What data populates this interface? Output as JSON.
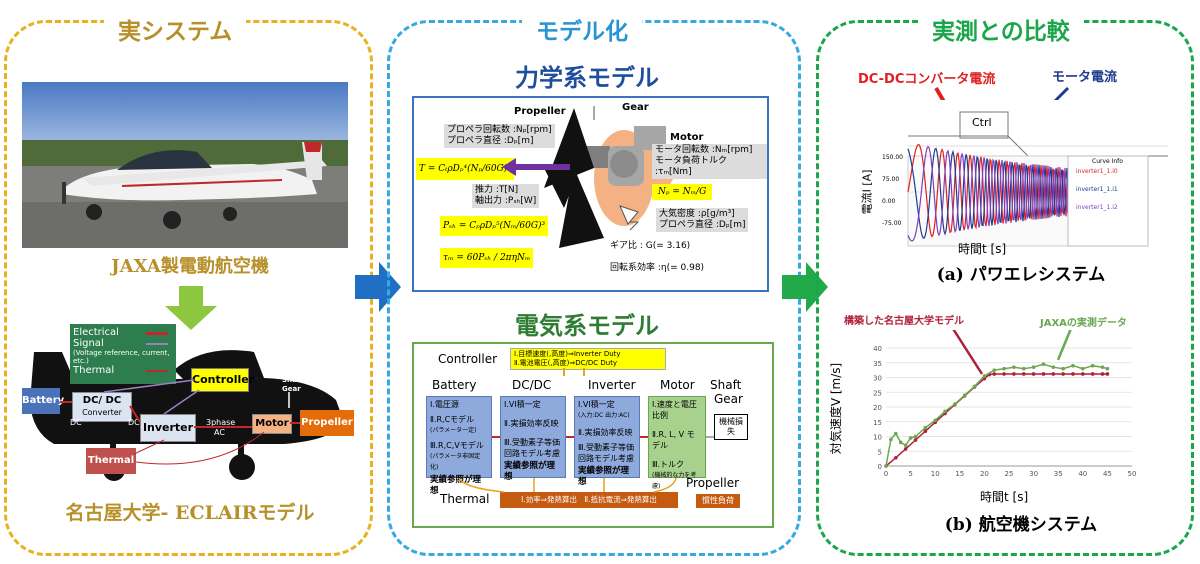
{
  "panels": {
    "left": {
      "title": "実システム",
      "color": "#e8b21e"
    },
    "center": {
      "title": "モデル化",
      "color": "#38a8e0"
    },
    "right": {
      "title": "実測との比較",
      "color": "#1aa64a"
    }
  },
  "left": {
    "aircraft_caption": "JAXA製電動航空機",
    "model_caption": "名古屋大学- ECLAIRモデル",
    "legend": {
      "electrical": "Electrical",
      "signal": "Signal",
      "signal_note": "(Voltage reference, current, etc.)",
      "thermal": "Thermal"
    },
    "blocks": {
      "battery": "Battery",
      "dcdc": "DC/ DC",
      "converter": "Converter",
      "controller": "Controller",
      "inverter": "Inverter",
      "motor": "Motor",
      "propeller": "Propeller",
      "thermal": "Thermal",
      "shaft": "Shaft,",
      "gear": "Gear",
      "dc1": "DC",
      "dc2": "DC",
      "phase": "3phase",
      "ac": "AC"
    }
  },
  "mech": {
    "title": "力学系モデル",
    "propeller": "Propeller",
    "gear": "Gear",
    "motor": "Motor",
    "prop_speed": "プロペラ回転数 :Nₚ[rpm]",
    "prop_dia": "プロペラ直径 :Dₚ[m]",
    "motor_speed": "モータ回転数 :Nₘ[rpm]",
    "motor_torque": "モータ負荷トルク :τₘ[Nm]",
    "thrust_formula": "T = CₜρDₚ⁴(Nₚ/60G)²",
    "thrust": "推力 :T[N]",
    "power_out": "軸出力 :Pₛₕ[W]",
    "psh_formula": "Pₛₕ = CₚρDₚ⁵(Nₘ/60G)³",
    "tau_formula": "τₘ = 60Pₛₕ / 2πηNₘ",
    "np_formula": "Nₚ = Nₘ/G",
    "air_density": "大気密度 :ρ[g/m³]",
    "prop_dia2": "プロペラ直径 :Dₚ[m]",
    "gear_ratio": "ギア比 : G(= 3.16)",
    "efficiency": "回転系効率 :η(= 0.98)"
  },
  "elec": {
    "title": "電気系モデル",
    "controller": "Controller",
    "ctrl_line1": "Ⅰ.目標速度(,高度)⇒Inverter Duty",
    "ctrl_line2": "Ⅱ.電池電圧(,高度)⇒DC/DC Duty",
    "cols": [
      "Battery",
      "DC/DC",
      "Inverter",
      "Motor",
      "Shaft"
    ],
    "gear": "Gear",
    "loss": "機械損失",
    "propeller": "Propeller",
    "prop_load": "慣性負荷",
    "thermal": "Thermal",
    "battery_block": {
      "l1": "Ⅰ.電圧源",
      "l2": "Ⅱ.R,Cモデル",
      "l2n": "(パラメータ一定)",
      "l3": "Ⅲ.R,C,Vモデル",
      "l3n": "(パラメータ非固定化)",
      "bold": "実績参照が理想"
    },
    "dcdc_block": {
      "l1": "Ⅰ.VI積一定",
      "l2": "Ⅱ.実損効率反映",
      "l3": "Ⅲ.受動素子等価回路モデル考慮",
      "bold": "実績参照が理想"
    },
    "inverter_block": {
      "l1": "Ⅰ.VI積一定",
      "l1n": "(入力:DC 出力:AC)",
      "l2": "Ⅱ.実損効率反映",
      "l3": "Ⅲ.受動素子等価回路モデル考慮",
      "bold": "実績参照が理想"
    },
    "motor_block": {
      "l1": "Ⅰ.速度と電圧比例",
      "l2": "Ⅱ.R, L, V モデル",
      "l3": "Ⅲ.トルク",
      "l3n": "(機械的な力を考慮)"
    },
    "thermal_bar": "Ⅰ.効率⇒発熱算出　Ⅱ.抵抗電流⇒発熱算出"
  },
  "right": {
    "top": {
      "dcdc_label": "DC-DCコンバータ電流",
      "motor_label": "モータ電流",
      "ctrl": "Ctrl",
      "ylabel": "電流I [A]",
      "xlabel": "時間t [s]",
      "legend_title": "Curve Info",
      "legend_items": [
        "inverter1_1.i0",
        "inverter1_1.i1",
        "inverter1_1.i2"
      ],
      "yticks": [
        "150.00",
        "75.00",
        "0.00",
        "-75.00"
      ],
      "caption": "(a) パワエレシステム"
    },
    "bottom": {
      "series_nagoya": "構築した名古屋大学モデル",
      "series_jaxa": "JAXAの実測データ",
      "ylabel": "対気速度V [m/s]",
      "xlabel": "時間t [s]",
      "caption": "(b) 航空機システム"
    }
  },
  "chart_data": {
    "type": "line",
    "xlabel": "時間t [s]",
    "ylabel": "対気速度V [m/s]",
    "xlim": [
      0,
      50
    ],
    "ylim": [
      0,
      40
    ],
    "xticks": [
      0,
      5,
      10,
      15,
      20,
      25,
      30,
      35,
      40,
      45,
      50
    ],
    "yticks": [
      0,
      5,
      10,
      15,
      20,
      25,
      30,
      35,
      40
    ],
    "grid": true,
    "series": [
      {
        "name": "構築した名古屋大学モデル",
        "color": "#b0203a",
        "x": [
          0,
          2,
          4,
          6,
          8,
          10,
          12,
          14,
          16,
          18,
          20,
          21,
          22,
          24,
          26,
          28,
          30,
          32,
          34,
          36,
          38,
          40,
          42,
          44,
          45
        ],
        "y": [
          0,
          2.8,
          5.8,
          8.8,
          11.8,
          14.8,
          17.8,
          20.8,
          23.8,
          26.8,
          29.6,
          31,
          31.2,
          31.2,
          31.2,
          31.2,
          31.2,
          31.2,
          31.2,
          31.2,
          31.2,
          31.2,
          31.2,
          31.2,
          31.2
        ]
      },
      {
        "name": "JAXAの実測データ",
        "color": "#6aa84f",
        "x": [
          0,
          1,
          2,
          3,
          4,
          5,
          6,
          8,
          10,
          12,
          14,
          16,
          18,
          20,
          22,
          24,
          26,
          28,
          30,
          32,
          34,
          36,
          38,
          40,
          42,
          44,
          45
        ],
        "y": [
          0,
          9,
          11,
          8,
          7,
          9.5,
          10,
          13,
          15.5,
          18.5,
          21,
          24,
          27,
          30.5,
          32.5,
          33,
          33.5,
          33,
          33.5,
          34.5,
          33.5,
          33,
          34,
          33,
          34,
          33.5,
          33
        ]
      }
    ]
  }
}
